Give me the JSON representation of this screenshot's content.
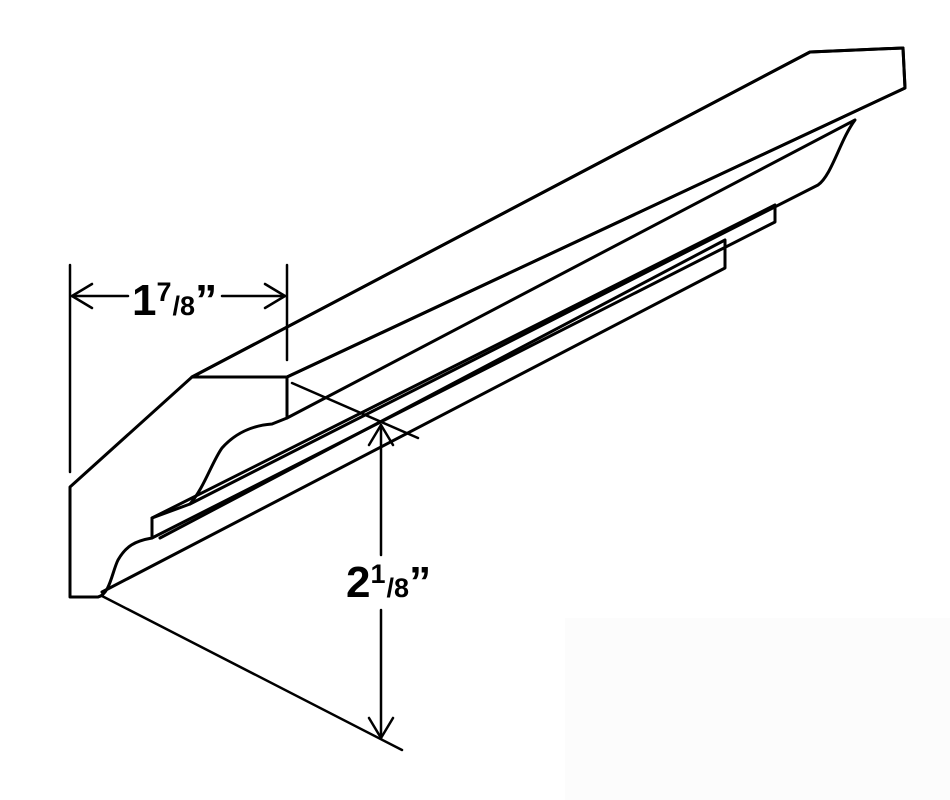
{
  "diagram": {
    "subject": "crown-molding",
    "dimensions": {
      "width": {
        "whole": "1",
        "numerator": "7",
        "denominator": "8",
        "unit": "”"
      },
      "height": {
        "whole": "2",
        "numerator": "1",
        "denominator": "8",
        "unit": "”"
      }
    }
  }
}
